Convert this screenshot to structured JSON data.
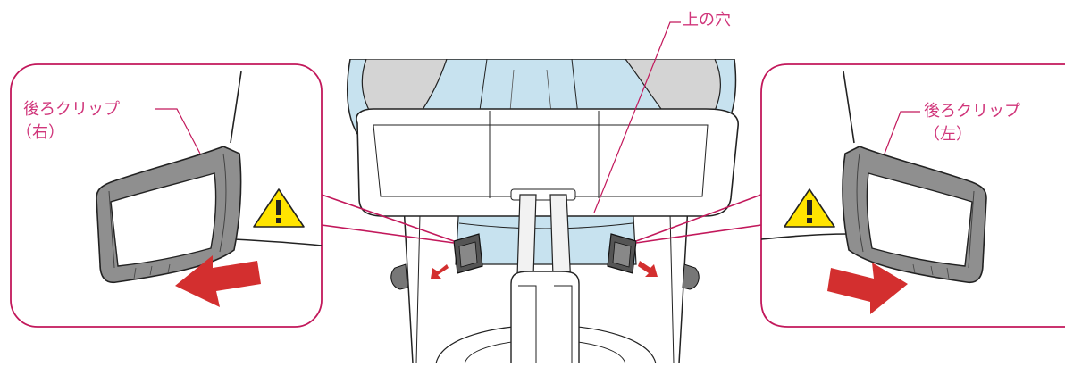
{
  "labels": {
    "upper_hole": "上の穴",
    "rear_clip_right": "後ろクリップ",
    "rear_clip_right_side": "（右）",
    "rear_clip_left": "後ろクリップ",
    "rear_clip_left_side": "（左）"
  },
  "icons": {
    "warning": "warning-triangle-icon",
    "arrow_left": "arrow-left-icon",
    "arrow_right": "arrow-right-icon"
  },
  "colors": {
    "callout_stroke": "#c2185b",
    "label_text": "#d0357a",
    "arrow_red": "#d32f2f",
    "warning_yellow": "#ffe400",
    "seat_light_blue": "#c7e2ef",
    "clip_gray": "#8f8f8f"
  }
}
